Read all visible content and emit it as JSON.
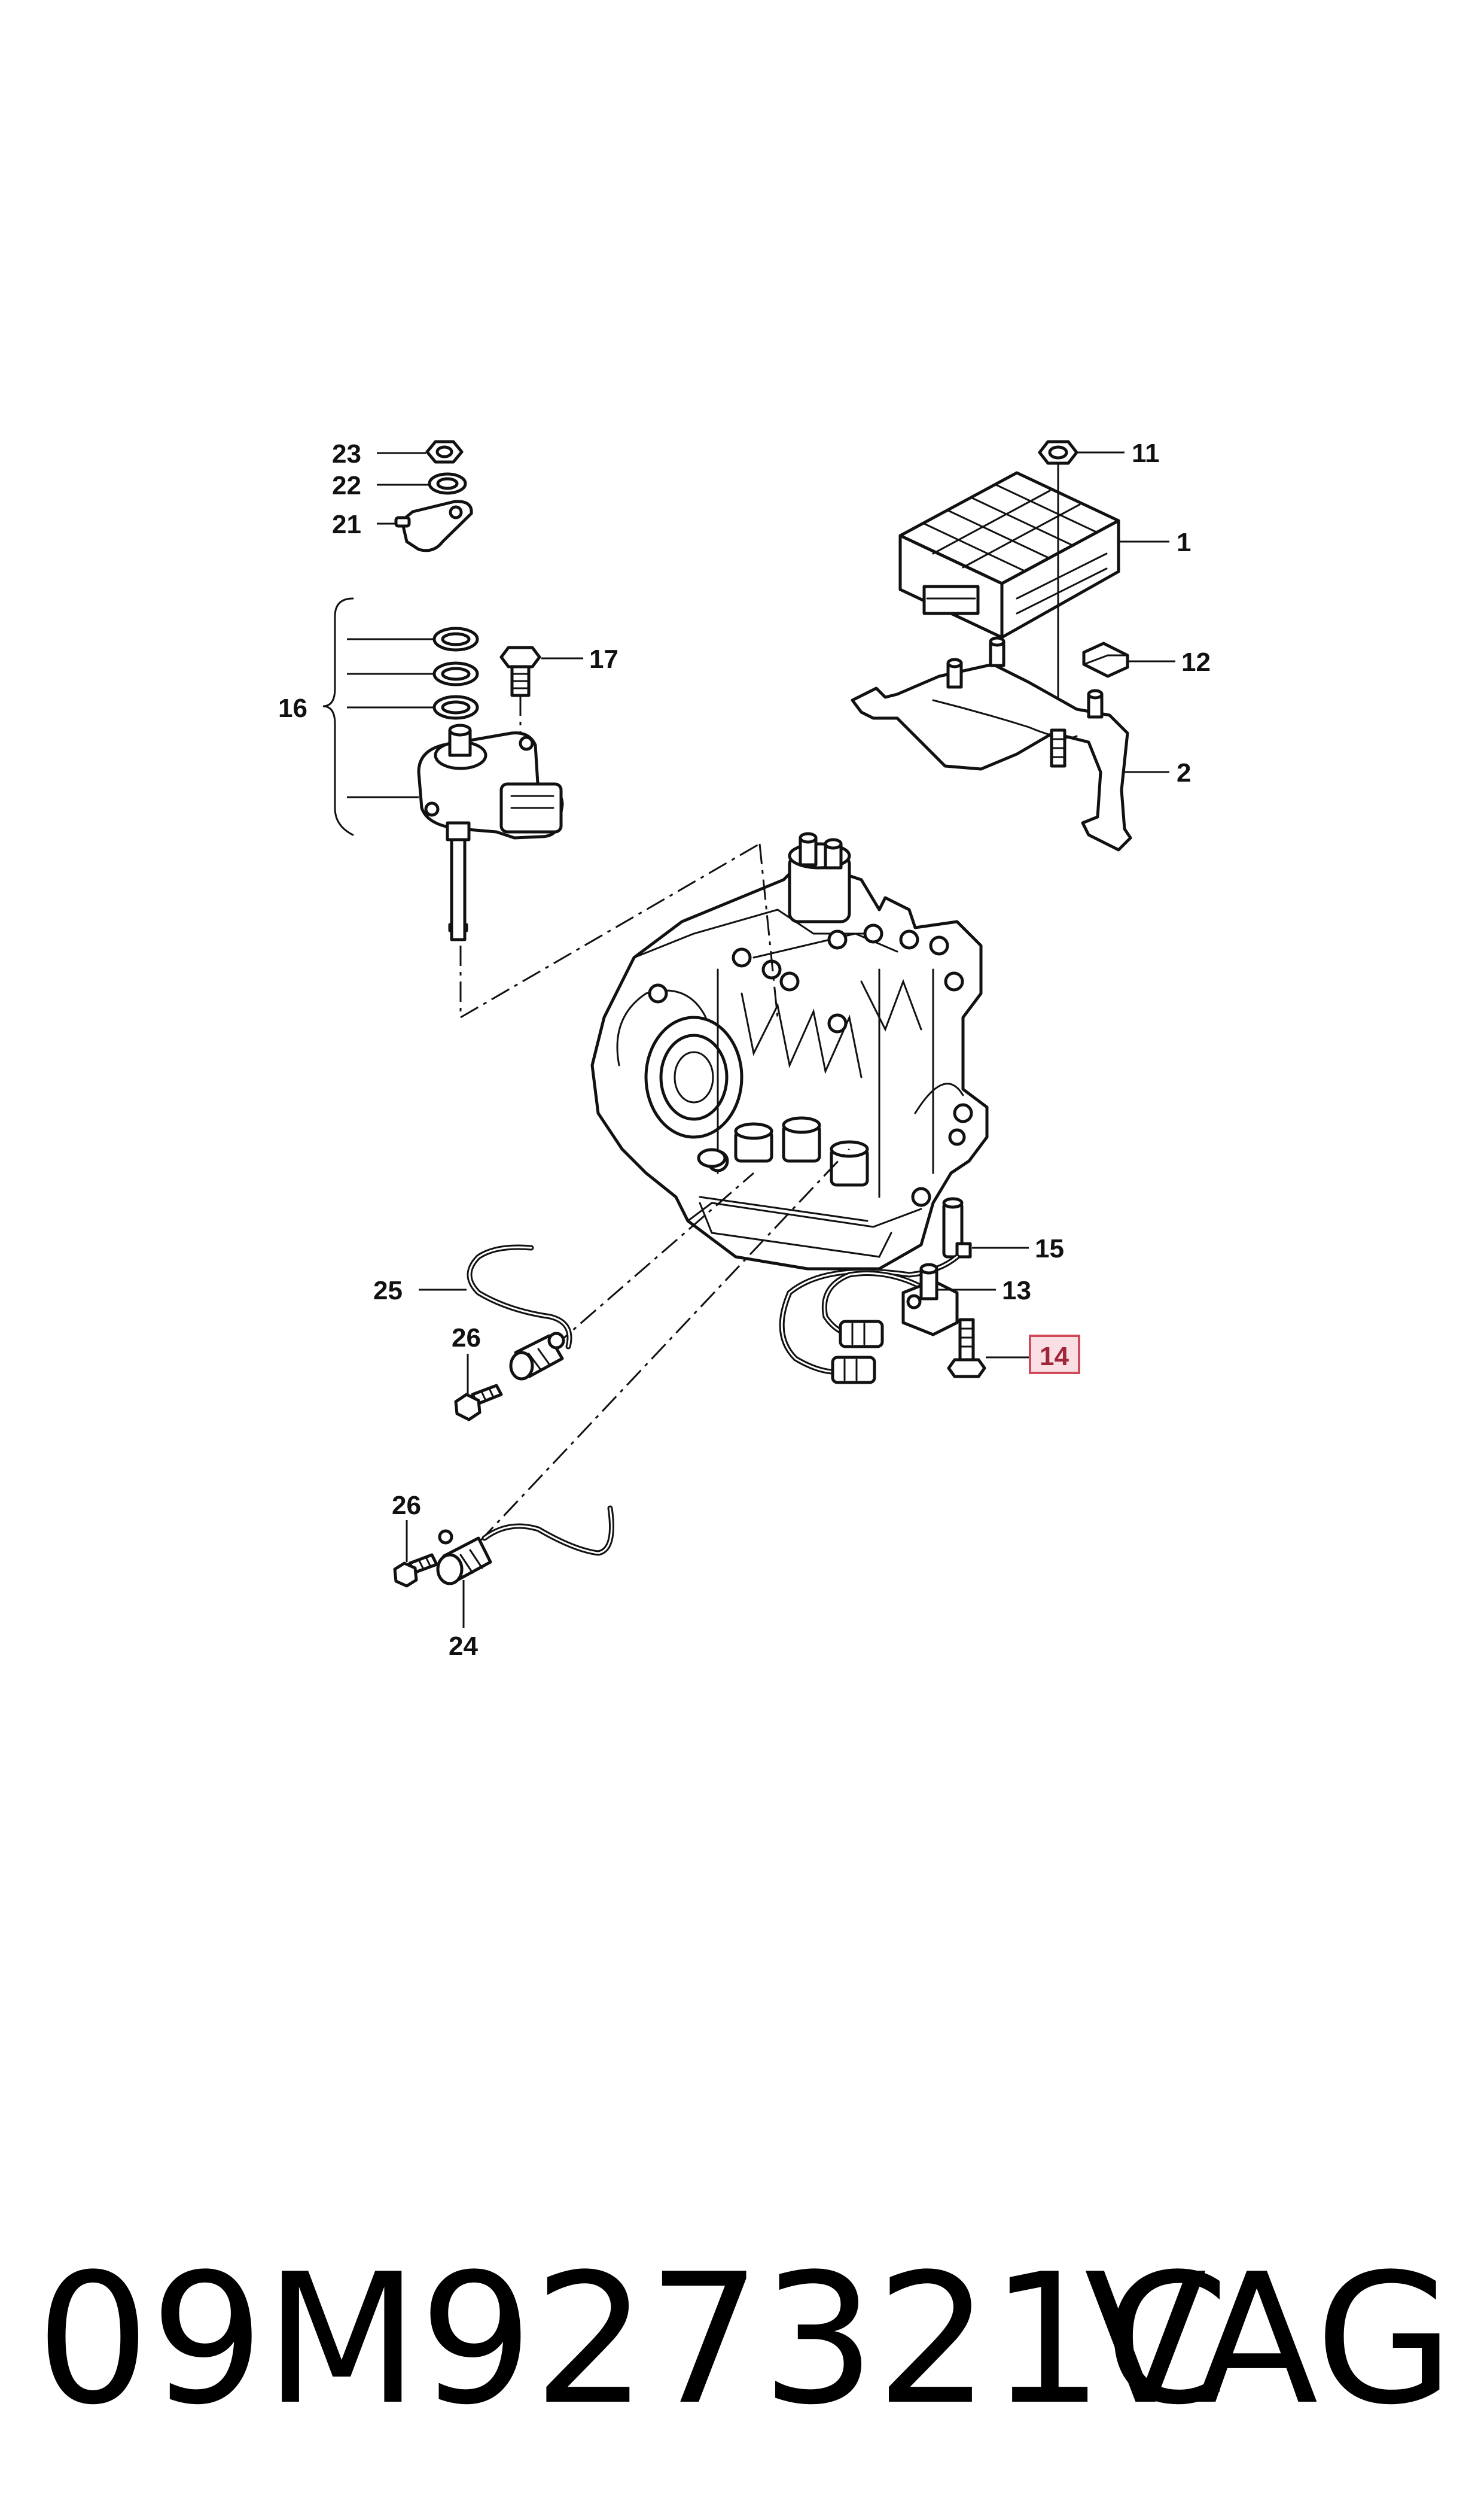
{
  "diagram": {
    "callouts": {
      "c1": "1",
      "c2": "2",
      "c11": "11",
      "c12": "12",
      "c13": "13",
      "c14": "14",
      "c15": "15",
      "c16": "16",
      "c17": "17",
      "c21": "21",
      "c22": "22",
      "c23": "23",
      "c24": "24",
      "c25": "25",
      "c26a": "26",
      "c26b": "26"
    },
    "highlighted_callout": "14",
    "highlight_color": "#d04a5c"
  },
  "footer": {
    "part_number": "09M927321C",
    "brand": "VAG"
  }
}
